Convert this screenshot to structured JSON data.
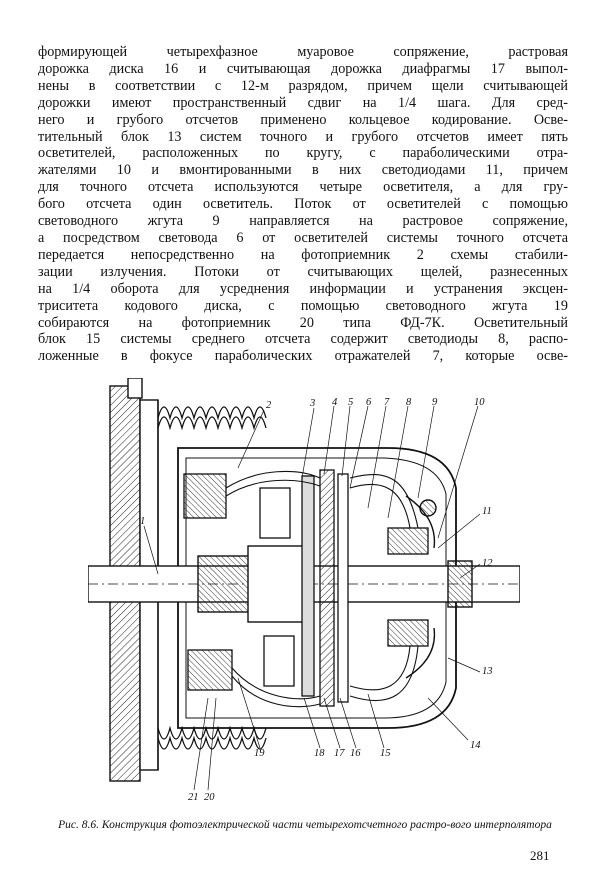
{
  "body_lines": [
    "формирующей четырехфазное муаровое сопряжение, растровая",
    "дорожка диска 16 и считывающая дорожка диафрагмы 17 выпол-",
    "нены в соответствии с 12-м разрядом, причем щели считывающей",
    "дорожки имеют пространственный сдвиг на 1/4 шага. Для сред-",
    "него и грубого отсчетов применено кольцевое кодирование. Осве-",
    "тительный блок 13 систем точного и грубого отсчетов имеет пять",
    "осветителей, расположенных по кругу, с параболическими отра-",
    "жателями 10 и вмонтированными в них светодиодами 11, причем",
    "для точного отсчета используются четыре осветителя, а для гру-",
    "бого отсчета один осветитель. Поток от осветителей с помощью",
    "световодного жгута 9 направляется на растровое сопряжение,",
    "а посредством световода 6 от осветителей системы точного отсчета",
    "передается непосредственно на фотоприемник 2 схемы стабили-",
    "зации излучения. Потоки от считывающих щелей, разнесенных",
    "на 1/4 оборота для усреднения информации и устранения эксцен-",
    "триситета кодового диска, с помощью световодного жгута 19",
    "собираются на фотоприемник 20 типа ФД-7К. Осветительный",
    "блок 15 системы среднего отсчета содержит светодиоды 8, распо-",
    "ложенные в фокусе параболических отражателей 7, которые осве-"
  ],
  "figure": {
    "labels_top": [
      "2",
      "3",
      "4",
      "5",
      "6",
      "7",
      "8",
      "9",
      "10"
    ],
    "labels_right": [
      "11",
      "12",
      "13",
      "14"
    ],
    "labels_bottom": [
      "19",
      "18",
      "17",
      "16",
      "15"
    ],
    "labels_bottom_left": [
      "21",
      "20"
    ],
    "label_left": "1"
  },
  "caption": "Рис. 8.6. Конструкция фотоэлектрической части четырехотсчетного растро-вого интерполятора",
  "page_number": "281"
}
